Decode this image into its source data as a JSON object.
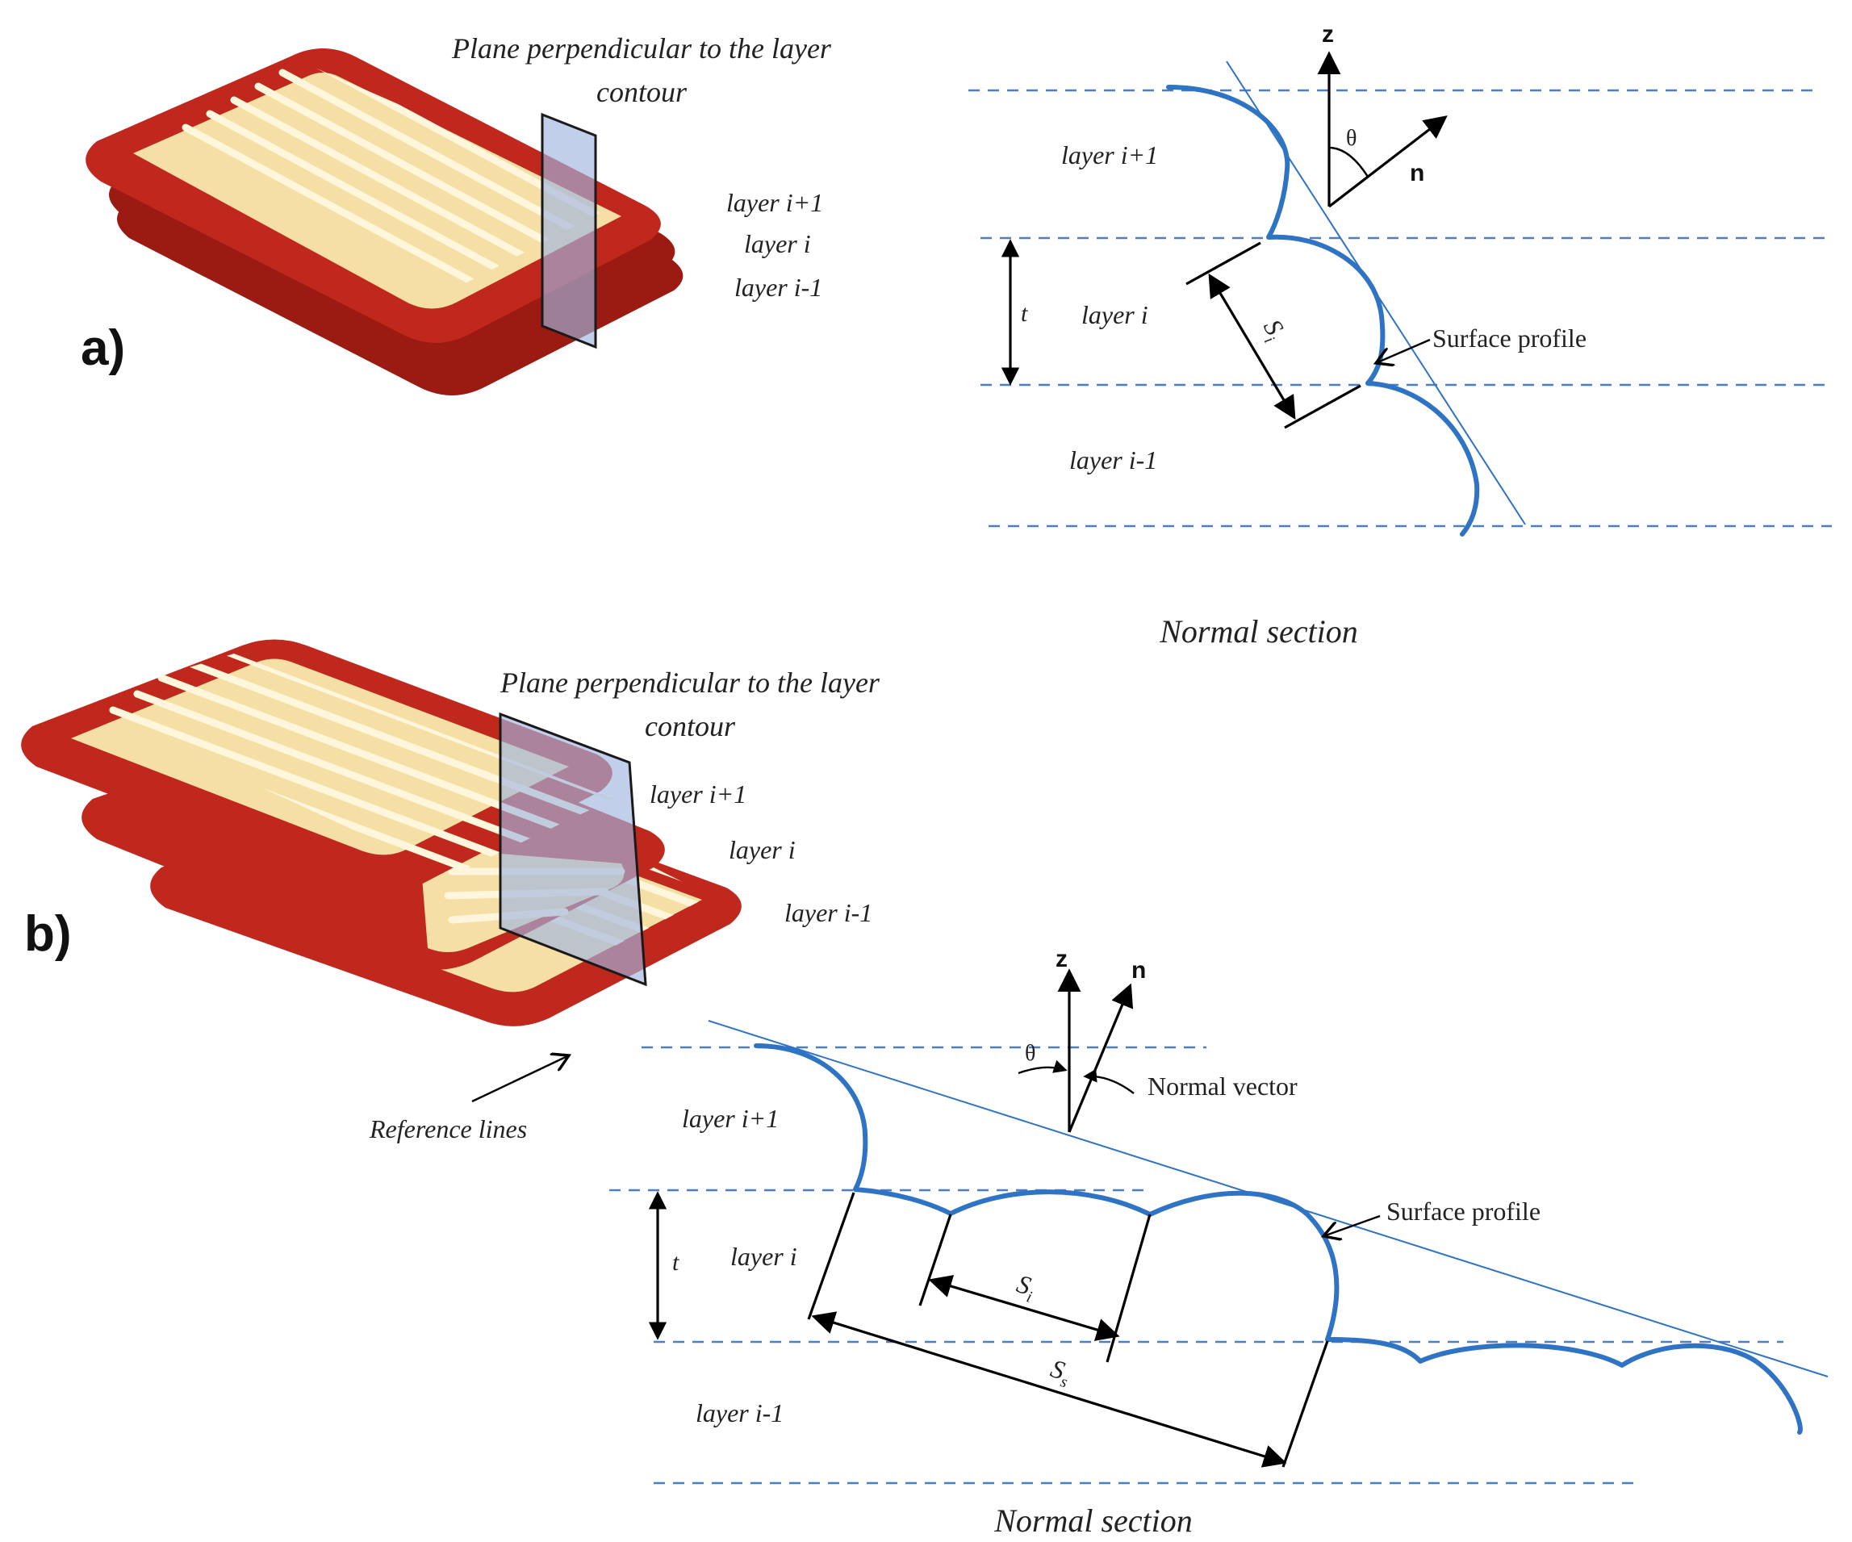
{
  "panel_a": {
    "label": "a)",
    "plane_caption_line1": "Plane perpendicular to the layer",
    "plane_caption_line2": "contour",
    "stack_labels": [
      "layer i+1",
      "layer i",
      "layer i-1"
    ],
    "section": {
      "layer_labels": [
        "layer i+1",
        "layer i",
        "layer i-1"
      ],
      "thickness_label": "t",
      "spacing_label": "S",
      "spacing_subscript": "i",
      "z_label": "z",
      "n_label": "n",
      "theta_label": "θ",
      "surface_profile_label": "Surface profile",
      "caption": "Normal section"
    }
  },
  "panel_b": {
    "label": "b)",
    "plane_caption_line1": "Plane perpendicular to the layer",
    "plane_caption_line2": "contour",
    "stack_labels": [
      "layer i+1",
      "layer i",
      "layer i-1"
    ],
    "reference_lines_label": "Reference lines",
    "section": {
      "layer_labels": [
        "layer i+1",
        "layer i",
        "layer i-1"
      ],
      "thickness_label": "t",
      "spacing_label": "S",
      "spacing_subscript": "i",
      "step_label": "S",
      "step_subscript": "s",
      "z_label": "z",
      "n_label": "n",
      "theta_label": "θ",
      "normal_vector_label": "Normal vector",
      "surface_profile_label": "Surface profile",
      "caption": "Normal section"
    }
  },
  "colors": {
    "bead_red": "#c0271d",
    "infill_cream": "#f5dfa5",
    "profile_blue": "#2f73c4",
    "plane_blue": "#9fb5e0"
  }
}
